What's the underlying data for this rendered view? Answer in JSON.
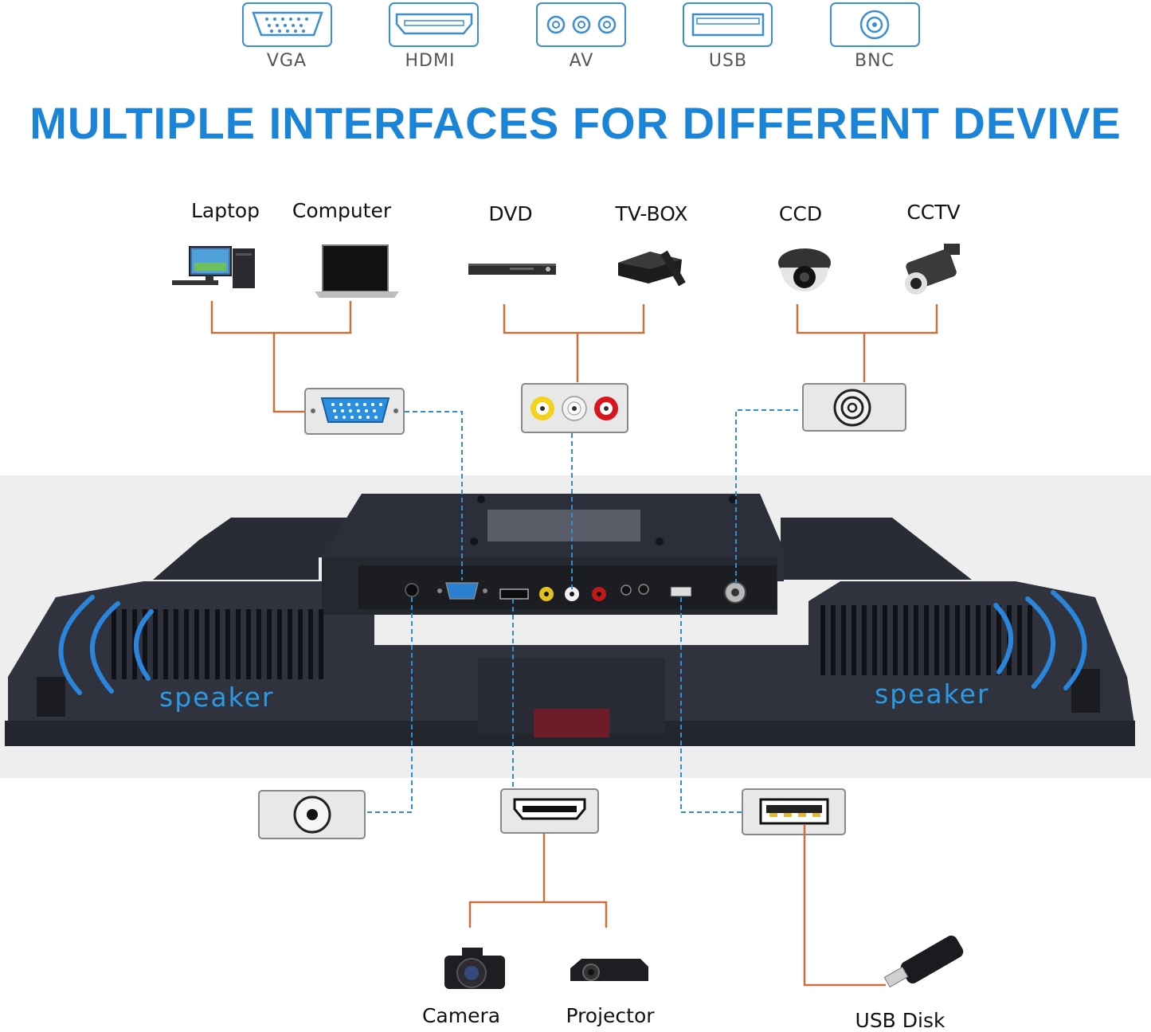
{
  "interface_icons": [
    {
      "label": "VGA",
      "icon": "vga-port-icon"
    },
    {
      "label": "HDMI",
      "icon": "hdmi-port-icon"
    },
    {
      "label": "AV",
      "icon": "av-port-icon"
    },
    {
      "label": "USB",
      "icon": "usb-port-icon"
    },
    {
      "label": "BNC",
      "icon": "bnc-port-icon"
    }
  ],
  "headline": "MULTIPLE INTERFACES FOR DIFFERENT DEVIVE",
  "devices_top": [
    {
      "label": "Laptop",
      "icon": "desktop-pc-icon"
    },
    {
      "label": "Computer",
      "icon": "laptop-icon"
    },
    {
      "label": "DVD",
      "icon": "dvd-player-icon"
    },
    {
      "label": "TV-BOX",
      "icon": "tv-box-icon"
    },
    {
      "label": "CCD",
      "icon": "dome-camera-icon"
    },
    {
      "label": "CCTV",
      "icon": "bullet-camera-icon"
    }
  ],
  "devices_bottom": [
    {
      "label": "Camera",
      "icon": "camera-icon"
    },
    {
      "label": "Projector",
      "icon": "projector-icon"
    },
    {
      "label": "USB Disk",
      "icon": "usb-disk-icon"
    }
  ],
  "monitor": {
    "speaker_left": "speaker",
    "speaker_right": "speaker"
  },
  "colors": {
    "headline": "#1a85d8",
    "speaker_text": "#2a9ae6",
    "connector_line": "#c8703a",
    "dashed_line": "#2f8fd0",
    "monitor_body": "#2b2e38",
    "band_background": "#eeeeee"
  }
}
